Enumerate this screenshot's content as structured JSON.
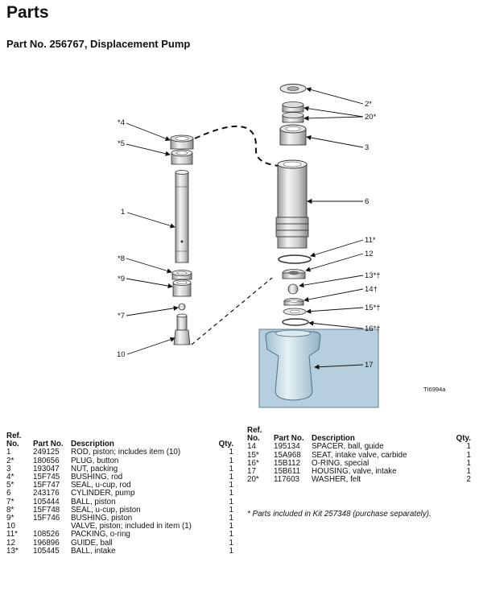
{
  "header": {
    "title": "Parts",
    "subtitle": "Part No. 256767, Displacement Pump"
  },
  "diagram": {
    "image_id": "TI6994a",
    "callouts": {
      "c1": "1",
      "c2": "2*",
      "c3": "3",
      "c4": "*4",
      "c5": "*5",
      "c6": "6",
      "c7": "*7",
      "c8": "*8",
      "c9": "*9",
      "c10": "10",
      "c11": "11*",
      "c12": "12",
      "c13": "13*†",
      "c14": "14†",
      "c15": "15*†",
      "c16": "16*†",
      "c17": "17",
      "c20": "20*"
    }
  },
  "table": {
    "headers": {
      "ref_line1": "Ref.",
      "ref_line2": "No.",
      "part_no": "Part No.",
      "description": "Description",
      "qty": "Qty."
    },
    "left_rows": [
      {
        "ref": "1",
        "part": "249125",
        "desc": "ROD, piston; includes item (10)",
        "qty": "1"
      },
      {
        "ref": "2*",
        "part": "180656",
        "desc": "PLUG, button",
        "qty": "1"
      },
      {
        "ref": "3",
        "part": "193047",
        "desc": "NUT, packing",
        "qty": "1"
      },
      {
        "ref": "4*",
        "part": "15F745",
        "desc": "BUSHING, rod",
        "qty": "1"
      },
      {
        "ref": "5*",
        "part": "15F747",
        "desc": "SEAL, u-cup, rod",
        "qty": "1"
      },
      {
        "ref": "6",
        "part": "243176",
        "desc": "CYLINDER, pump",
        "qty": "1"
      },
      {
        "ref": "7*",
        "part": "105444",
        "desc": "BALL, piston",
        "qty": "1"
      },
      {
        "ref": "8*",
        "part": "15F748",
        "desc": "SEAL, u-cup, piston",
        "qty": "1"
      },
      {
        "ref": "9*",
        "part": "15F746",
        "desc": "BUSHING, piston",
        "qty": "1"
      },
      {
        "ref": "10",
        "part": "",
        "desc": "VALVE, piston; included in item (1)",
        "qty": "1"
      },
      {
        "ref": "11*",
        "part": "108526",
        "desc": "PACKING, o-ring",
        "qty": "1"
      },
      {
        "ref": "12",
        "part": "196896",
        "desc": "GUIDE, ball",
        "qty": "1"
      },
      {
        "ref": "13*",
        "part": "105445",
        "desc": "BALL, intake",
        "qty": "1"
      }
    ],
    "right_rows": [
      {
        "ref": "14",
        "part": "195134",
        "desc": "SPACER, ball, guide",
        "qty": "1"
      },
      {
        "ref": "15*",
        "part": "15A968",
        "desc": "SEAT, intake valve, carbide",
        "qty": "1"
      },
      {
        "ref": "16*",
        "part": "15B112",
        "desc": "O-RING, special",
        "qty": "1"
      },
      {
        "ref": "17",
        "part": "15B611",
        "desc": "HOUSING, valve, intake",
        "qty": "1"
      },
      {
        "ref": "20*",
        "part": "117603",
        "desc": "WASHER, felt",
        "qty": "2"
      }
    ],
    "footnote": "*   Parts included in Kit 257348 (purchase separately)."
  }
}
